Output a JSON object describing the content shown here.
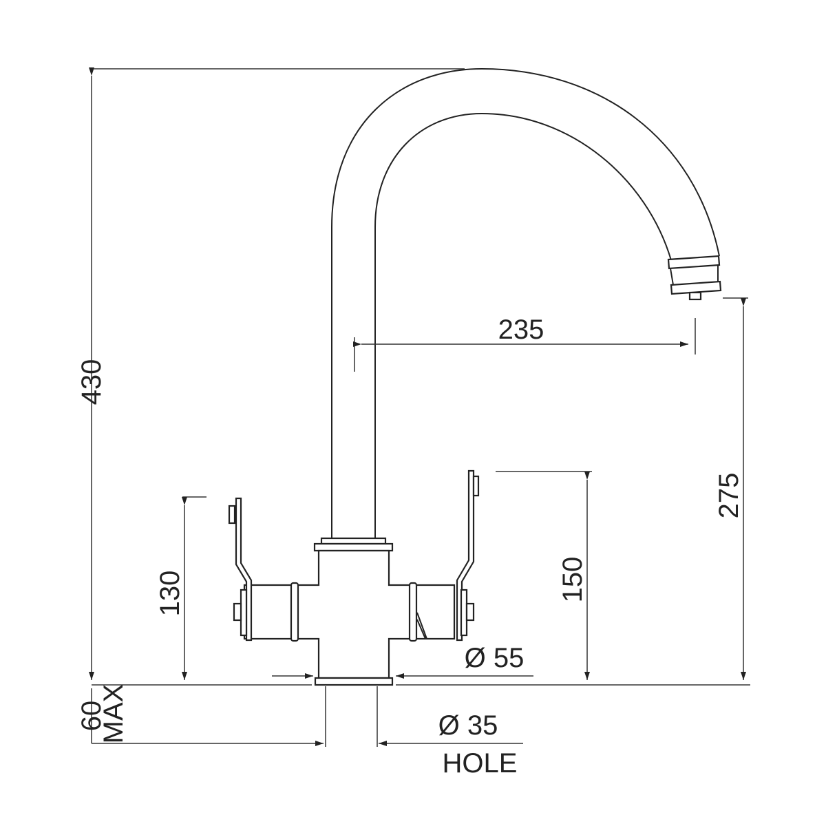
{
  "drawing": {
    "dimensions": {
      "overall_height": "430",
      "spout_reach": "235",
      "spout_height": "275",
      "right_lever_height": "150",
      "left_lever_height": "130",
      "base_diameter": "Ø 55",
      "hole_diameter": "Ø 35",
      "hole_label": "HOLE",
      "deck_thickness": "60",
      "deck_thickness_note": "MAX"
    },
    "line_color": "#222222"
  }
}
